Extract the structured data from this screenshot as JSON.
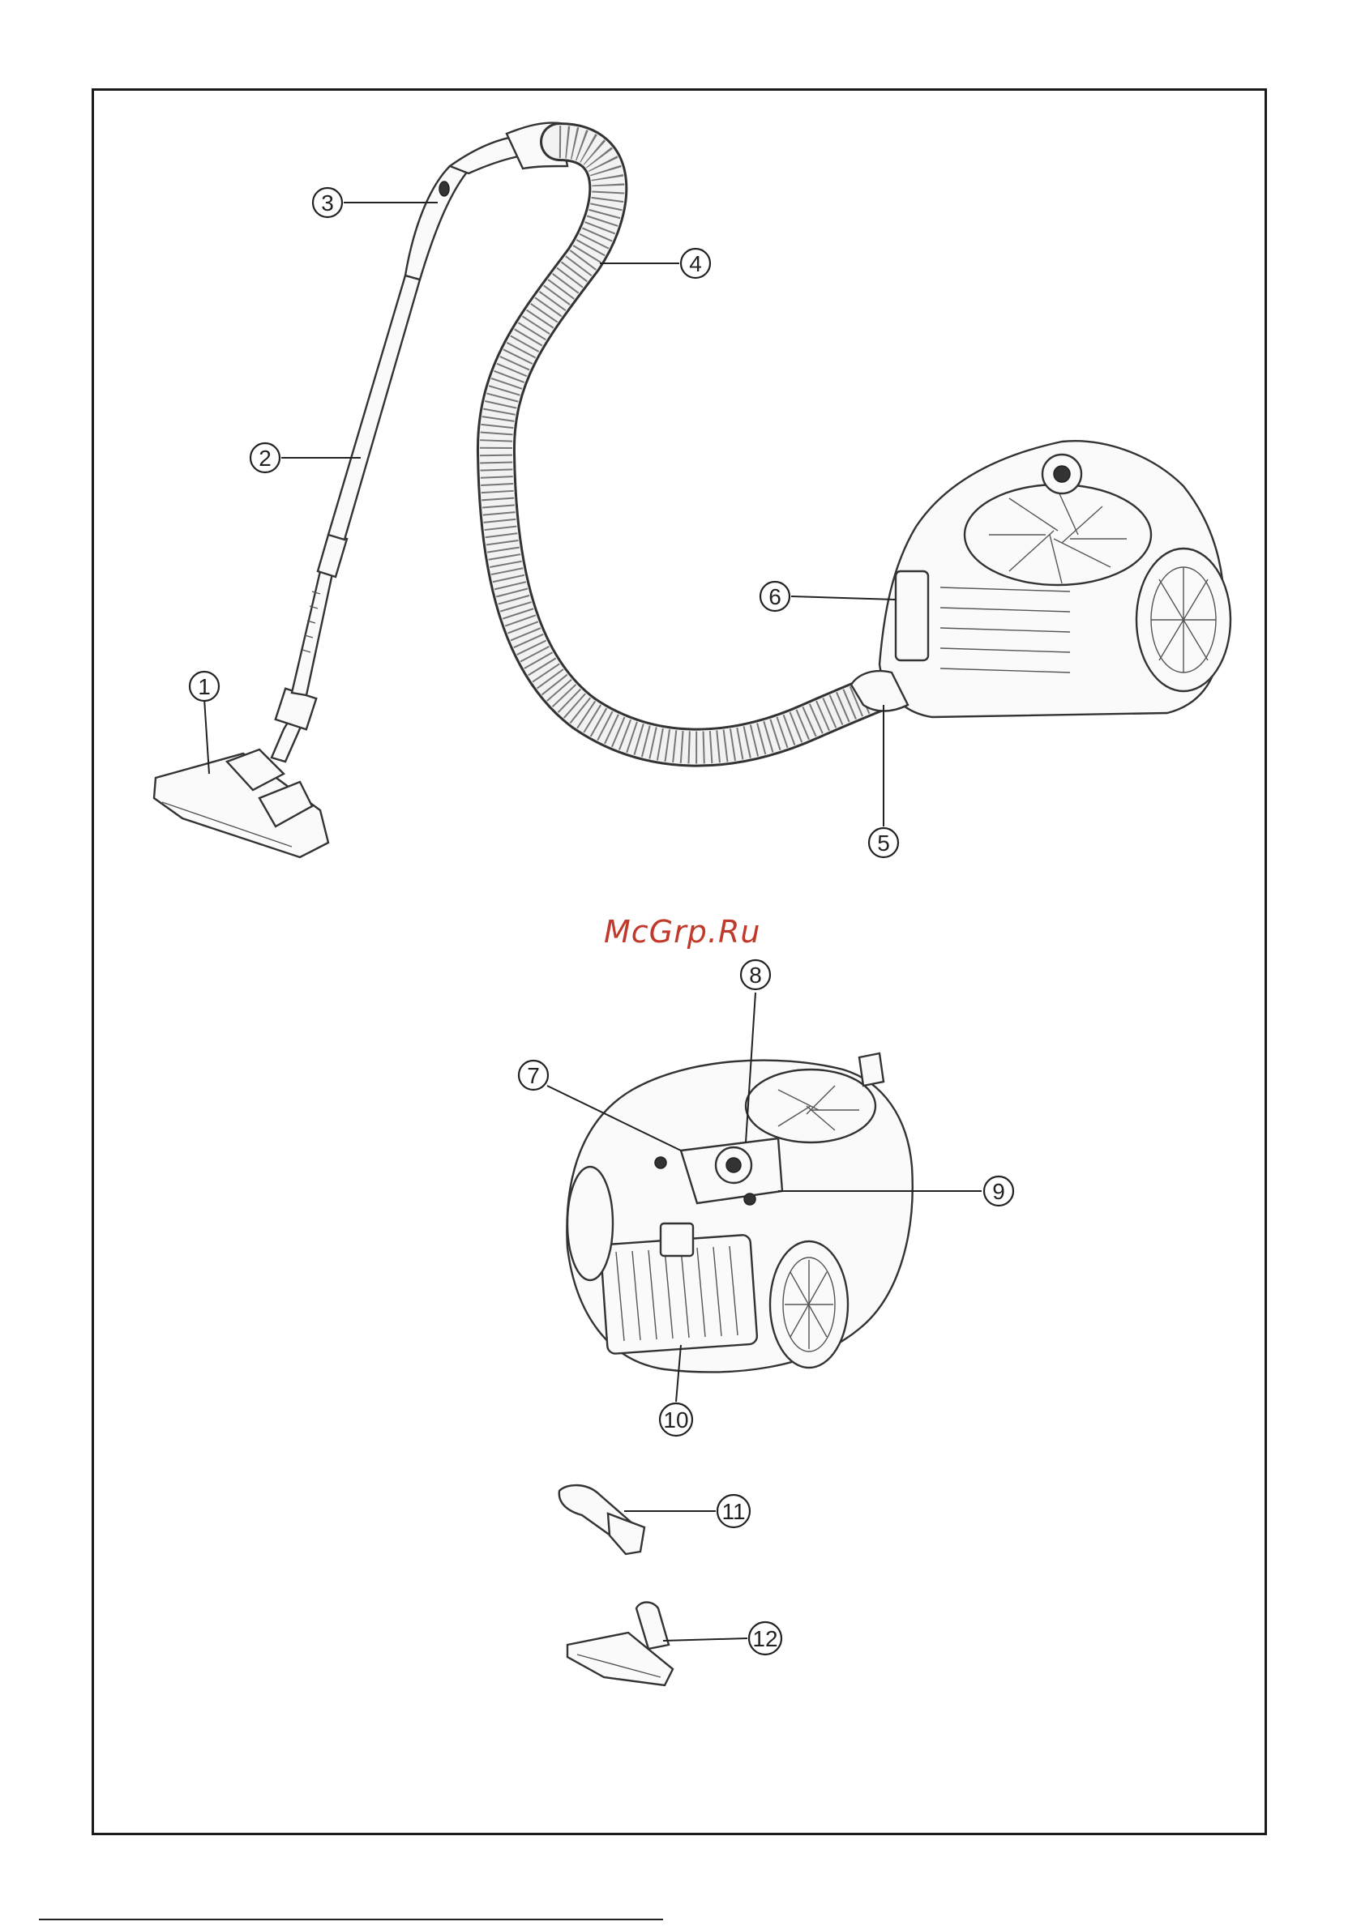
{
  "watermark": "McGrp.Ru",
  "callouts": {
    "c1": "1",
    "c2": "2",
    "c3": "3",
    "c4": "4",
    "c5": "5",
    "c6": "6",
    "c7": "7",
    "c8": "8",
    "c9": "9",
    "c10": "10",
    "c11": "11",
    "c12": "12"
  }
}
